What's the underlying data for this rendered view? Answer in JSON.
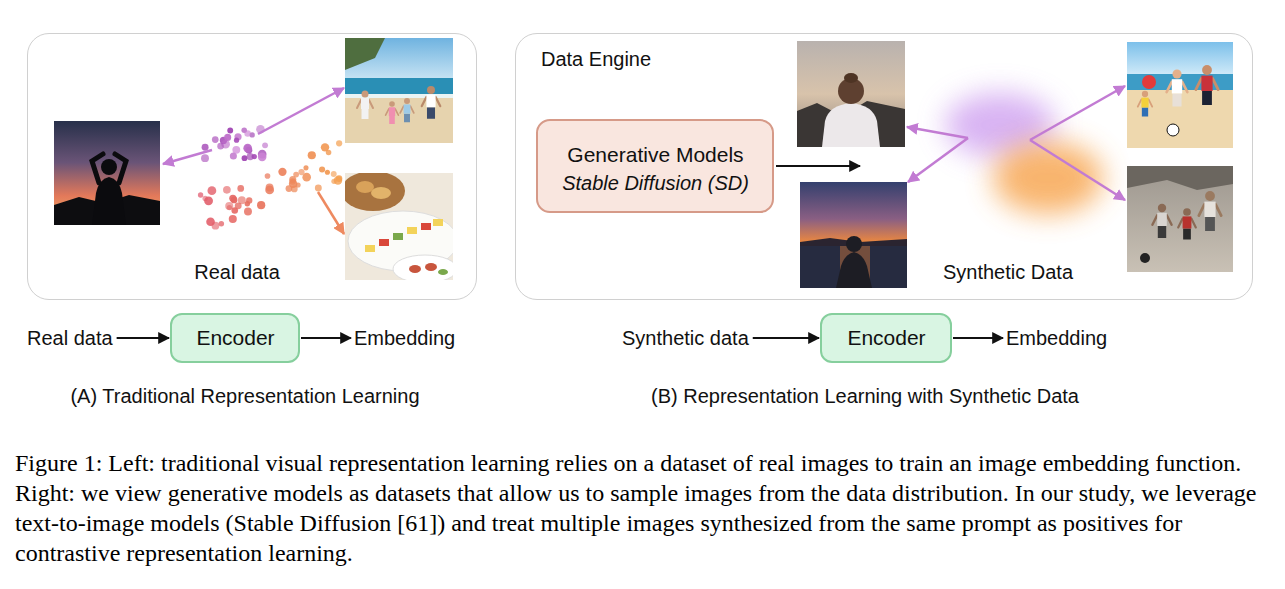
{
  "diagram": {
    "caption": "Figure 1: Left: traditional visual representation learning relies on a dataset of real images to train an image embedding function. Right: we view generative models as datasets that allow us to sample images from the data distribution. In our study, we leverage text-to-image models (Stable Diffusion [61]) and treat multiple images synthesized from the same prompt as positives for contrastive representation learning.",
    "nodes": [
      {
        "text": [
          "Real data"
        ]
      },
      {
        "text": [
          "Data Engine",
          "Synthetic Data"
        ]
      },
      {
        "text": [
          "Generative Models",
          "Stable Diffusion (SD)"
        ],
        "in": 1
      },
      {
        "text": [
          "Encoder"
        ]
      },
      {
        "text": [
          "Encoder"
        ]
      }
    ],
    "labels": [
      "Real data",
      "Embedding",
      "(A) Traditional Representation Learning",
      "Synthetic data",
      "Embedding",
      "(B) Representation Learning with Synthetic Data"
    ]
  }
}
